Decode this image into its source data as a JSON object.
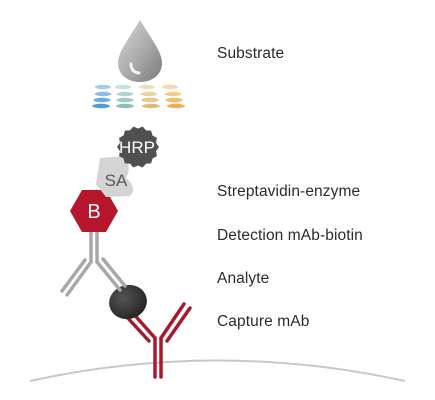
{
  "labels": {
    "substrate": "Substrate",
    "streptavidin_enzyme": "Streptavidin-enzyme",
    "detection_mab_biotin": "Detection mAb-biotin",
    "analyte": "Analyte",
    "capture_mab": "Capture mAb"
  },
  "markers": {
    "hrp": "HRP",
    "sa": "SA",
    "biotin": "B"
  },
  "colors": {
    "capture_antibody": "#a6192e",
    "biotin": "#b5162b",
    "detection_antibody": "#a8a8a8",
    "analyte": "#333333",
    "hrp": "#505050",
    "streptavidin": "#d4d4d4",
    "surface": "#c8c8c8",
    "dot_blue": "#3f8fd8",
    "dot_teal": "#7fb8b0",
    "dot_tan": "#d9b56b",
    "dot_orange": "#f0a63a"
  },
  "icons": {
    "substrate_drop": "droplet-icon",
    "reaction_dots": "colored-dots-icon"
  }
}
